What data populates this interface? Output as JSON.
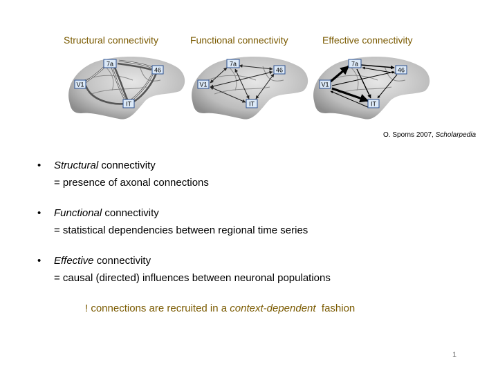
{
  "headers": {
    "structural": "Structural connectivity",
    "functional": "Functional connectivity",
    "effective": "Effective connectivity"
  },
  "brain_labels": {
    "a7": "7a",
    "a46": "46",
    "v1": "V1",
    "it": "IT"
  },
  "citation": {
    "authors": "O. Sporns 2007, ",
    "journal": "Scholarpedia"
  },
  "bullets": [
    {
      "symbol": "•",
      "term": "Structural",
      "rest": " connectivity",
      "definition": "= presence of axonal connections"
    },
    {
      "symbol": "•",
      "term": "Functional",
      "rest": " connectivity",
      "definition": "= statistical dependencies between regional time series"
    },
    {
      "symbol": "•",
      "term": "Effective",
      "rest": " connectivity",
      "definition": "= causal (directed) influences between neuronal populations"
    }
  ],
  "note": {
    "prefix": "! connections are recruited in a ",
    "emphasis": "context-dependent",
    "suffix": "  fashion"
  },
  "page_number": "1",
  "colors": {
    "header": "#7a5a00",
    "note": "#7a5a00",
    "label_box": "#dce9f7",
    "label_border": "#2a4f8f"
  }
}
